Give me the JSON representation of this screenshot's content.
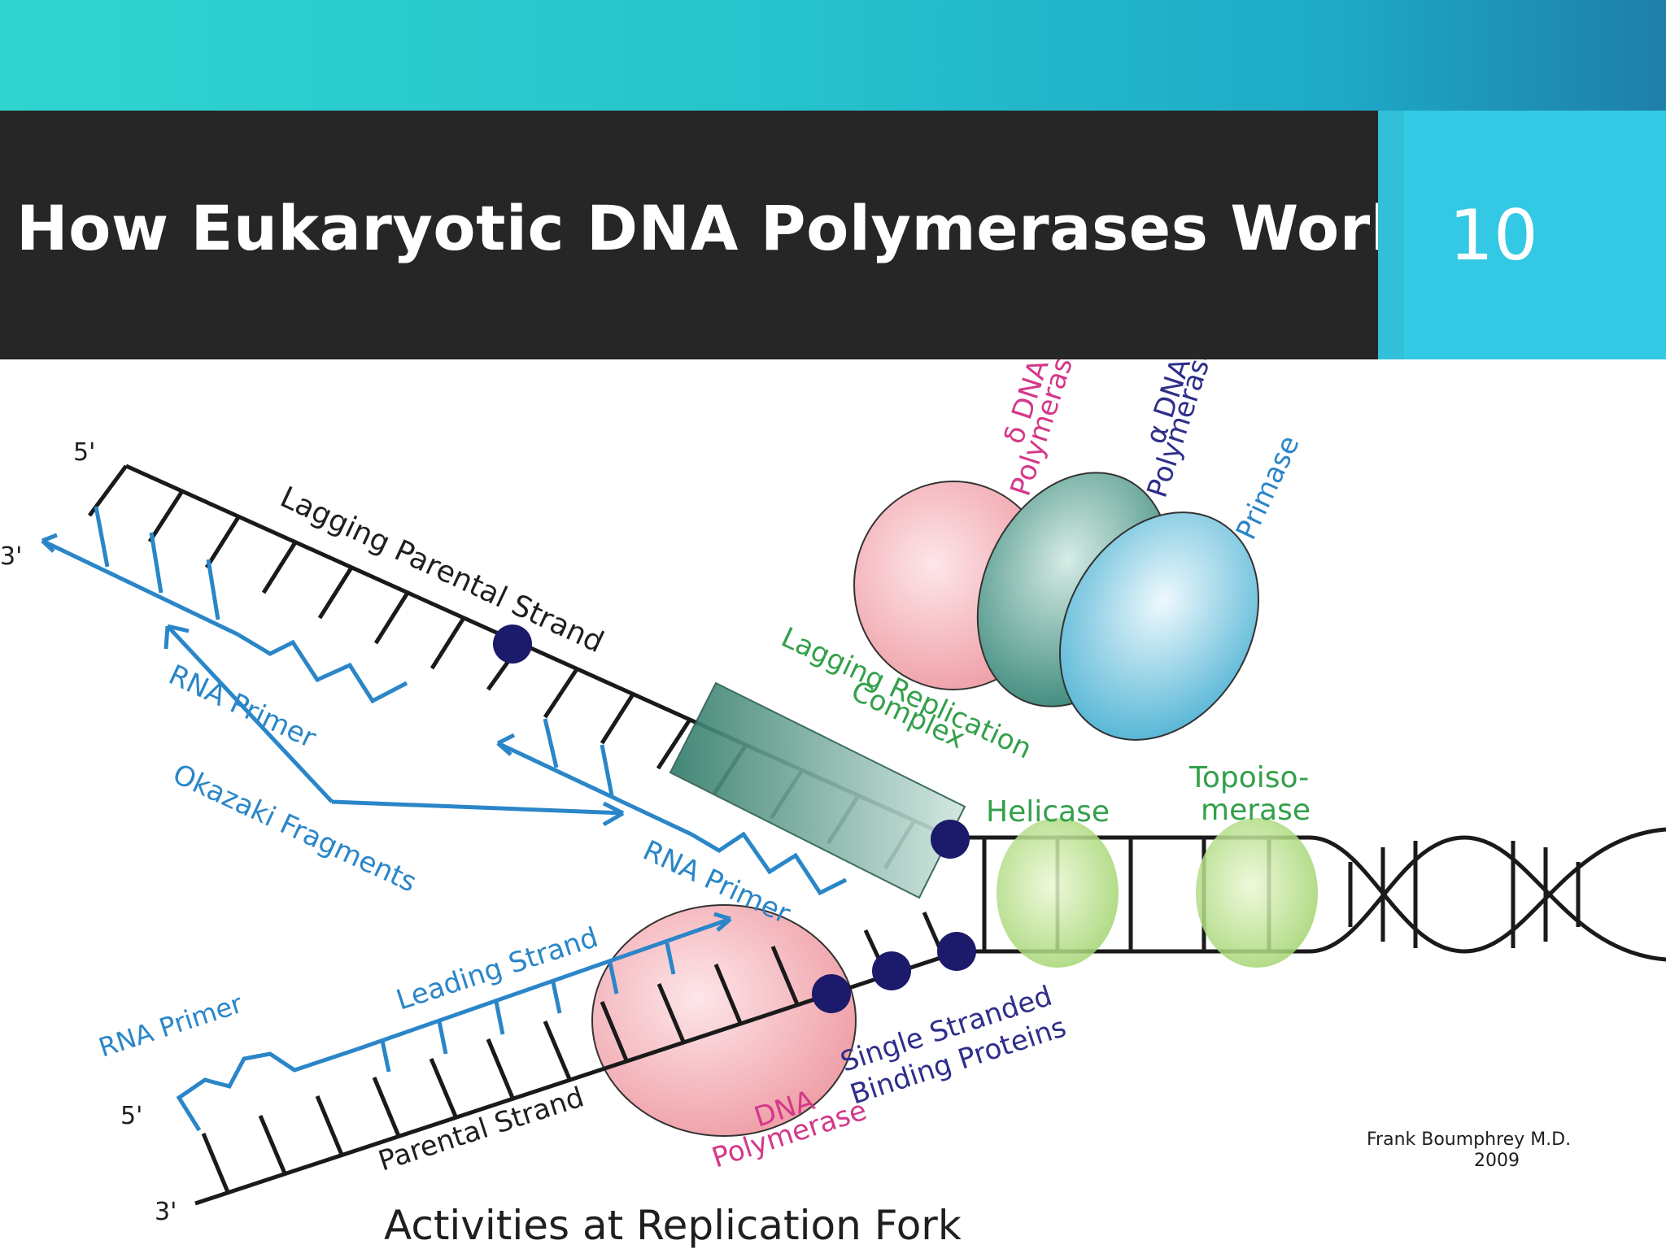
{
  "slide": {
    "title": "How Eukaryotic DNA Polymerases Work",
    "number": "10"
  },
  "colors": {
    "top_band": "#2fd4cf",
    "title_bg": "#262626",
    "number_bg": "#33c9e4",
    "strand_blue": "#2a86c8",
    "strand_black": "#1a1a1a"
  },
  "diagram": {
    "caption": "Activities at Replication Fork",
    "credit_name": "Frank Boumphrey M.D.",
    "credit_year": "2009",
    "labels": {
      "top_5": "5'",
      "top_3": "3'",
      "bottom_5": "5'",
      "bottom_3": "3'",
      "lagging_parental": "Lagging Parental Strand",
      "rna_primer_top": "RNA Primer",
      "okazaki": "Okazaki Fragments",
      "rna_primer_mid": "RNA Primer",
      "leading": "Leading Strand",
      "rna_primer_bottom": "RNA Primer",
      "parental": "Parental Strand",
      "lagging_complex_1": "Lagging Replication",
      "lagging_complex_2": "Complex",
      "helicase": "Helicase",
      "topo_1": "Topoiso-",
      "topo_2": "merase",
      "delta_1": "δ DNA",
      "delta_2": "Polymerase",
      "alpha_1": "α DNA",
      "alpha_2": "Polymerase",
      "primase": "Primase",
      "ssb_1": "Single Stranded",
      "ssb_2": "Binding Proteins",
      "dna_pol_1": "DNA",
      "dna_pol_2": "Polymerase"
    }
  }
}
